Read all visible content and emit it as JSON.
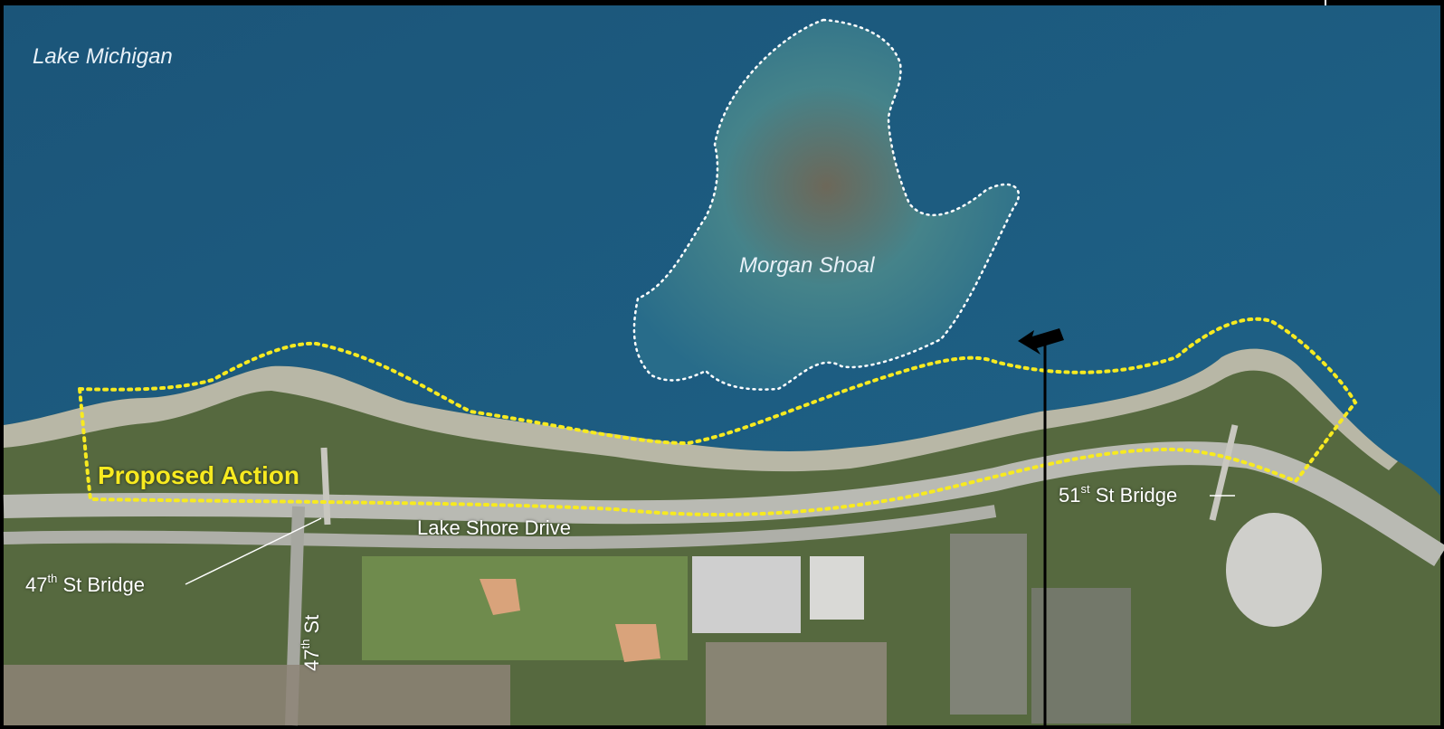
{
  "map": {
    "colors": {
      "lake": "#1f5c82",
      "shoal": "#4e8c8e",
      "land": "#55683f",
      "road": "#b4b5ae",
      "proposed_action_outline": "#f7ea20",
      "shoal_outline": "#ffffff"
    },
    "labels": {
      "lake": "Lake Michigan",
      "shoal": "Morgan Shoal",
      "proposed_action": "Proposed Action",
      "lake_shore_drive": "Lake Shore Drive",
      "bridge_47_num": "47",
      "bridge_47_sup": "th",
      "bridge_47_rest": " St Bridge",
      "bridge_51_num": "51",
      "bridge_51_sup": "st",
      "bridge_51_rest": " St Bridge",
      "street_47_num": "47",
      "street_47_sup": "th",
      "street_47_rest": " St"
    },
    "icons": {
      "north_arrow": "north-arrow-icon"
    }
  }
}
